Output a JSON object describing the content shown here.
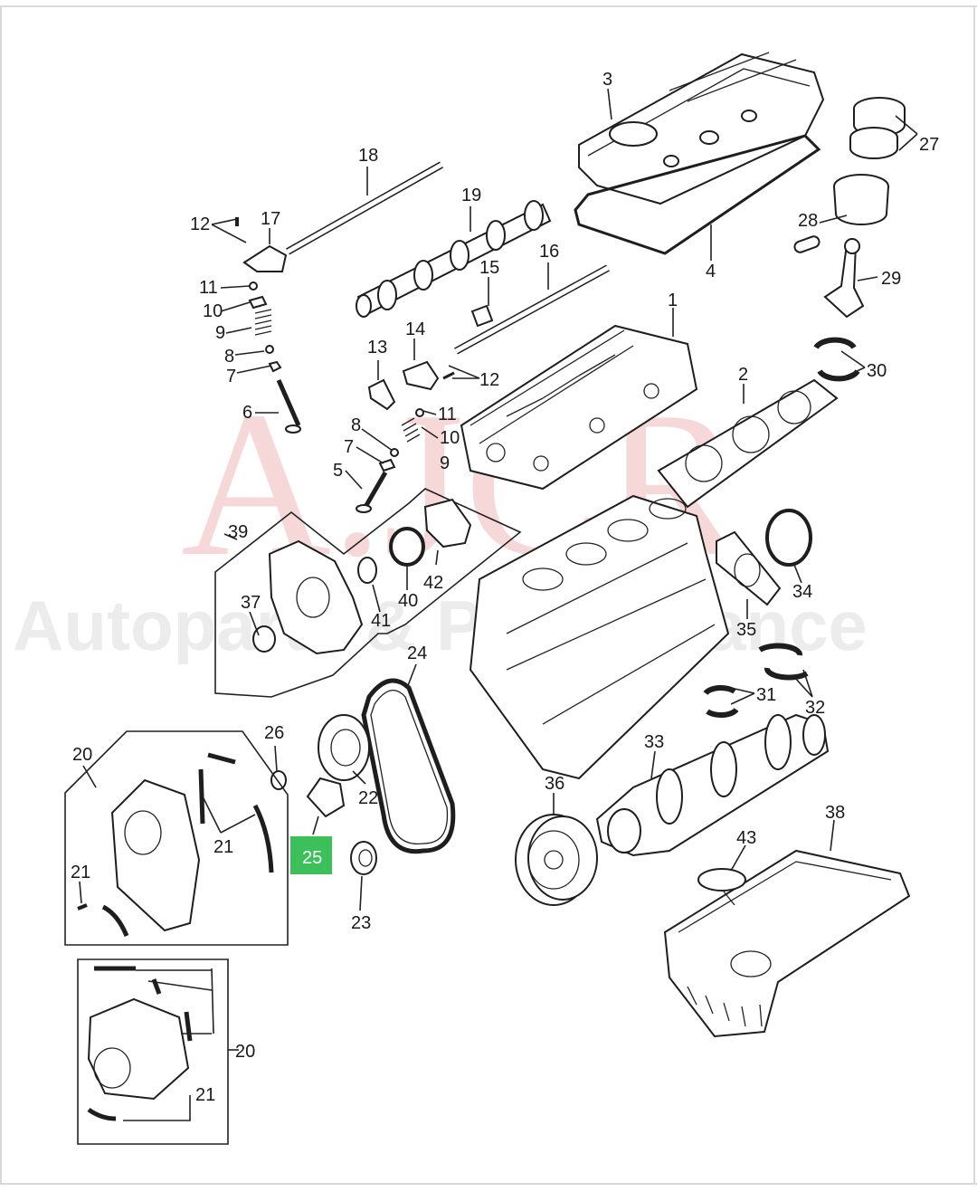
{
  "diagram": {
    "highlight_color": "#3cc05a",
    "highlighted_part": "25",
    "callouts": {
      "p1": "1",
      "p2": "2",
      "p3": "3",
      "p4": "4",
      "p5": "5",
      "p6": "6",
      "p7a": "7",
      "p7b": "7",
      "p8a": "8",
      "p8b": "8",
      "p9a": "9",
      "p9b": "9",
      "p10a": "10",
      "p10b": "10",
      "p11a": "11",
      "p11b": "11",
      "p12a": "12",
      "p12b": "12",
      "p13": "13",
      "p14": "14",
      "p15": "15",
      "p16": "16",
      "p17": "17",
      "p18": "18",
      "p19": "19",
      "p20a": "20",
      "p20b": "20",
      "p21a": "21",
      "p21b": "21",
      "p21c": "21",
      "p22": "22",
      "p23": "23",
      "p24": "24",
      "p25": "25",
      "p26": "26",
      "p27": "27",
      "p28": "28",
      "p29": "29",
      "p30": "30",
      "p31": "31",
      "p32": "32",
      "p33": "33",
      "p34": "34",
      "p35": "35",
      "p36": "36",
      "p37": "37",
      "p38": "38",
      "p39": "39",
      "p40": "40",
      "p41": "41",
      "p42": "42",
      "p43": "43"
    }
  },
  "watermark": {
    "logo_text": "AJCR",
    "tagline": "Autoparts & Performance"
  }
}
